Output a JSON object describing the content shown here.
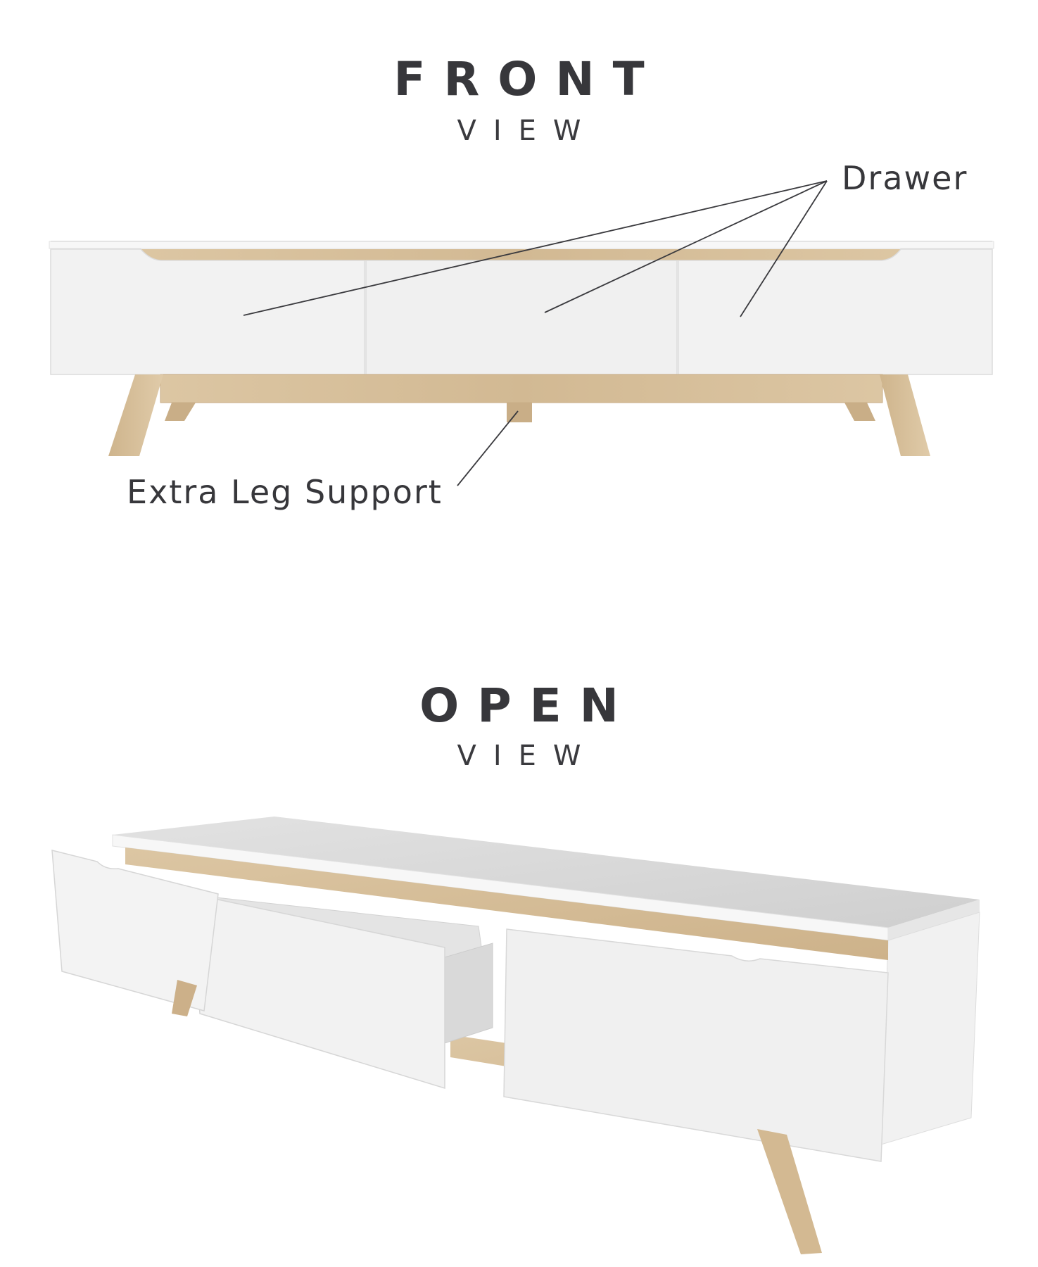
{
  "front": {
    "title": "FRONT",
    "subtitle": "VIEW",
    "callouts": {
      "drawer": "Drawer",
      "leg_support": "Extra Leg Support"
    }
  },
  "open": {
    "title": "OPEN",
    "subtitle": "VIEW"
  },
  "colors": {
    "text": "#37373b",
    "cabinet_white": "#f3f3f3",
    "top_grey": "#d6d6d6",
    "oak": "#d8c2a0",
    "oak_dark": "#c4a982",
    "leader_line": "#3a3a3e"
  }
}
